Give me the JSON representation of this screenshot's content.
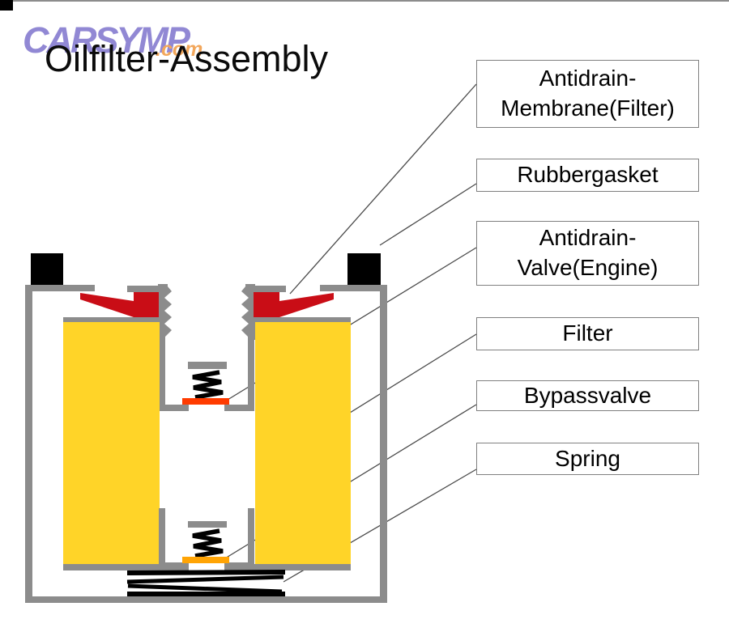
{
  "logo": {
    "brand": "CARSYMP",
    "tld": ".com"
  },
  "title": "Oilfilter-Assembly",
  "labels": [
    {
      "text": "Antidrain-\nMembrane(Filter)"
    },
    {
      "text": "Rubbergasket"
    },
    {
      "text": "Antidrain-\nValve(Engine)"
    },
    {
      "text": "Filter"
    },
    {
      "text": "Bypassvalve"
    },
    {
      "text": "Spring"
    }
  ],
  "colors": {
    "canister_gray": "#8C8C8C",
    "filter_yellow": "#FFD428",
    "membrane_red": "#C90D16",
    "antidrain_valve_orange_red": "#FF3B00",
    "bypass_valve_orange": "#FFA405",
    "spring_black": "#000000",
    "leader_line_gray": "#4a4a4a",
    "logo_purple": "#9188D4",
    "logo_orange": "#F2A75C"
  }
}
